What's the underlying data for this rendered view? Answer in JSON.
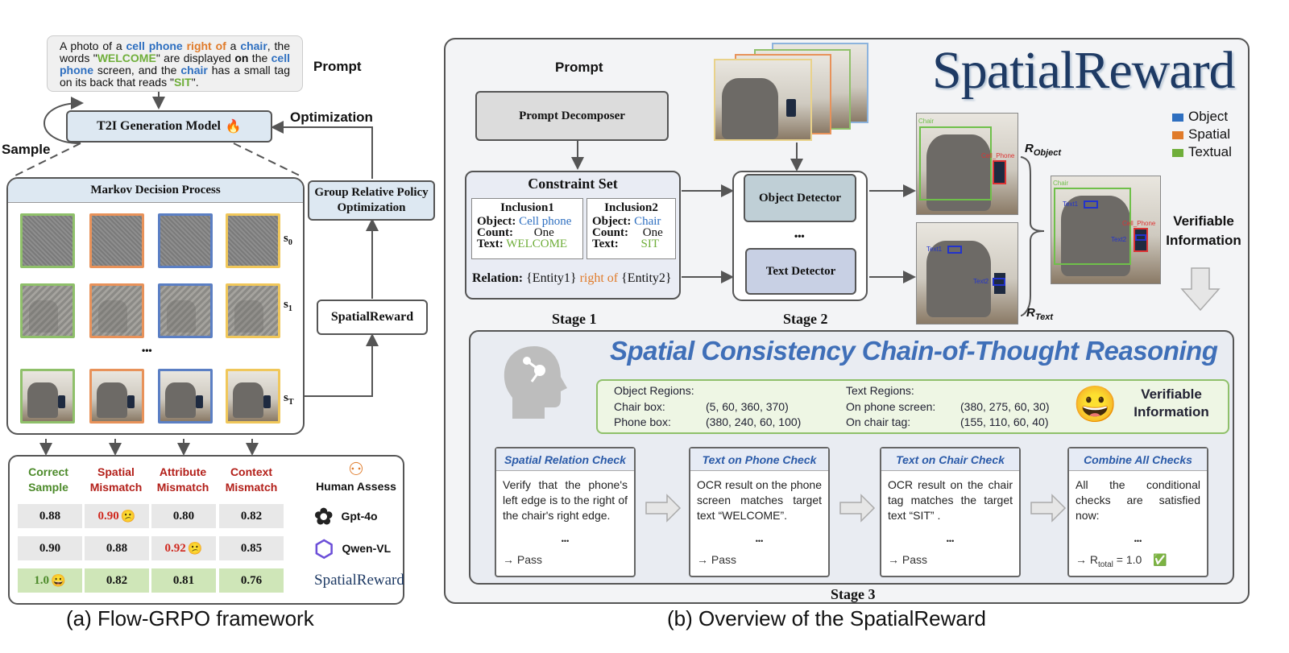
{
  "left": {
    "prompt_parts": [
      {
        "t": "A photo of a ",
        "c": "#111"
      },
      {
        "t": "cell phone",
        "c": "#2e6fc0"
      },
      {
        "t": " ",
        "c": "#111"
      },
      {
        "t": "right of",
        "c": "#e07b2a"
      },
      {
        "t": " a ",
        "c": "#111"
      },
      {
        "t": "chair",
        "c": "#2e6fc0"
      },
      {
        "t": ", the words \"",
        "c": "#111"
      },
      {
        "t": "WELCOME",
        "c": "#6fae3a"
      },
      {
        "t": "\" are displayed ",
        "c": "#111"
      },
      {
        "t": "on",
        "c": "#111"
      },
      {
        "t": " the ",
        "c": "#111"
      },
      {
        "t": "cell phone",
        "c": "#2e6fc0"
      },
      {
        "t": " screen, and the ",
        "c": "#111"
      },
      {
        "t": "chair",
        "c": "#2e6fc0"
      },
      {
        "t": " has a small tag on its back that reads \"",
        "c": "#111"
      },
      {
        "t": "SIT",
        "c": "#6fae3a"
      },
      {
        "t": "\".",
        "c": "#111"
      }
    ],
    "prompt_label": "Prompt",
    "t2i_label": "T2I Generation Model",
    "fire_icon": "🔥",
    "optimization_label": "Optimization",
    "sample_label": "Sample",
    "mdp_title": "Markov Decision Process",
    "grpo_label": "Group Relative Policy Optimization",
    "spatialreward_box": "SpatialReward",
    "states": [
      "s0",
      "s1",
      "sT"
    ],
    "dots": "•••",
    "column_colors": [
      "#8fc06a",
      "#e8925a",
      "#5b7fc4",
      "#f0c75a"
    ],
    "table": {
      "headers": [
        {
          "label": "Correct Sample",
          "color": "#4c8a2a"
        },
        {
          "label": "Spatial Mismatch",
          "color": "#b3201a"
        },
        {
          "label": "Attribute Mismatch",
          "color": "#b3201a"
        },
        {
          "label": "Context Mismatch",
          "color": "#b3201a"
        }
      ],
      "human_assess": "Human Assess",
      "rows": [
        {
          "values": [
            "0.88",
            "0.90",
            "0.80",
            "0.82"
          ],
          "model": "Gpt-4o",
          "highlight": 1,
          "icon": "😕"
        },
        {
          "values": [
            "0.90",
            "0.88",
            "0.92",
            "0.85"
          ],
          "model": "Qwen-VL",
          "highlight": 2,
          "icon": "😕"
        },
        {
          "values": [
            "1.0",
            "0.82",
            "0.81",
            "0.76"
          ],
          "model": "SpatialReward",
          "highlight": 0,
          "icon": "😀"
        }
      ]
    },
    "caption": "(a) Flow-GRPO framework"
  },
  "right": {
    "brand": "SpatialReward",
    "prompt_label": "Prompt",
    "decomposer": "Prompt Decomposer",
    "constraint_title": "Constraint Set",
    "inc1": {
      "title": "Inclusion1",
      "object_k": "Object:",
      "object_v": "Cell phone",
      "count_k": "Count:",
      "count_v": "One",
      "text_k": "Text:",
      "text_v": "WELCOME"
    },
    "inc2": {
      "title": "Inclusion2",
      "object_k": "Object:",
      "object_v": "Chair",
      "count_k": "Count:",
      "count_v": "One",
      "text_k": "Text:",
      "text_v": "SIT"
    },
    "relation_k": "Relation:",
    "relation_e1": "{Entity1}",
    "relation_rel": "right of",
    "relation_e2": "{Entity2}",
    "stage1": "Stage 1",
    "stage2": "Stage 2",
    "stage3": "Stage 3",
    "object_detector": "Object Detector",
    "text_detector": "Text Detector",
    "det_dots": "•••",
    "r_object": "R",
    "r_object_sub": "Object",
    "r_text": "R",
    "r_text_sub": "Text",
    "legend": [
      {
        "label": "Object",
        "color": "#2e6fc0"
      },
      {
        "label": "Spatial",
        "color": "#e07b2a"
      },
      {
        "label": "Textual",
        "color": "#6fae3a"
      }
    ],
    "verifiable_info": "Verifiable Information",
    "bbox_labels": {
      "chair": "Chair",
      "phone": "Cell_Phone",
      "text1": "Text1",
      "text2": "Text2"
    },
    "cot_title": "Spatial Consistency Chain-of-Thought Reasoning",
    "regions": {
      "object_title": "Object Regions:",
      "chair_k": "Chair box:",
      "chair_v": "(5, 60, 360, 370)",
      "phone_k": "Phone box:",
      "phone_v": "(380, 240, 60, 100)",
      "text_title": "Text Regions:",
      "screen_k": "On phone screen:",
      "screen_v": "(380, 275, 60, 30)",
      "tag_k": "On chair tag:",
      "tag_v": "(155, 110, 60, 40)",
      "verifiable": "Verifiable Information",
      "smile_icon": "😀"
    },
    "checks": [
      {
        "title": "Spatial Relation Check",
        "body": "Verify that the phone's left edge is to the right of the chair's right edge.",
        "dots": "•••",
        "result": "→ Pass"
      },
      {
        "title": "Text on Phone Check",
        "body": "OCR result on the phone screen matches target text “WELCOME”.",
        "dots": "•••",
        "result": "→ Pass"
      },
      {
        "title": "Text on Chair Check",
        "body": "OCR result on the chair tag matches the target text “SIT” .",
        "dots": "•••",
        "result": "→ Pass"
      },
      {
        "title": "Combine All Checks",
        "body": "All the conditional checks are satisfied now:",
        "dots": "•••",
        "result": "→ R",
        "result_sub": "total",
        "result_tail": " = 1.0",
        "check_icon": "✅"
      }
    ],
    "caption": "(b) Overview of the SpatialReward"
  }
}
